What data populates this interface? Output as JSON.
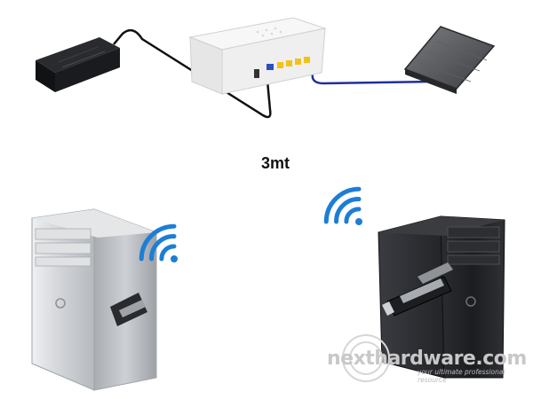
{
  "diagram": {
    "distance_label": "3mt",
    "watermark": "nexthardware.com",
    "watermark_tagline": "your ultimate professional resource"
  },
  "colors": {
    "cable_black": "#111111",
    "cable_blue": "#1f2f9a",
    "router_body": "#f1f1f1",
    "router_port": "#f2c21b",
    "wifi_blue": "#1c7ed6",
    "pc_silver": "#c9ccd0",
    "pc_black": "#1c1d20"
  },
  "icons": [
    "external-hdd-icon",
    "router-icon",
    "portable-hdd-icon",
    "wifi-icon",
    "usb-wifi-adapter-icon",
    "desktop-pc-icon"
  ]
}
